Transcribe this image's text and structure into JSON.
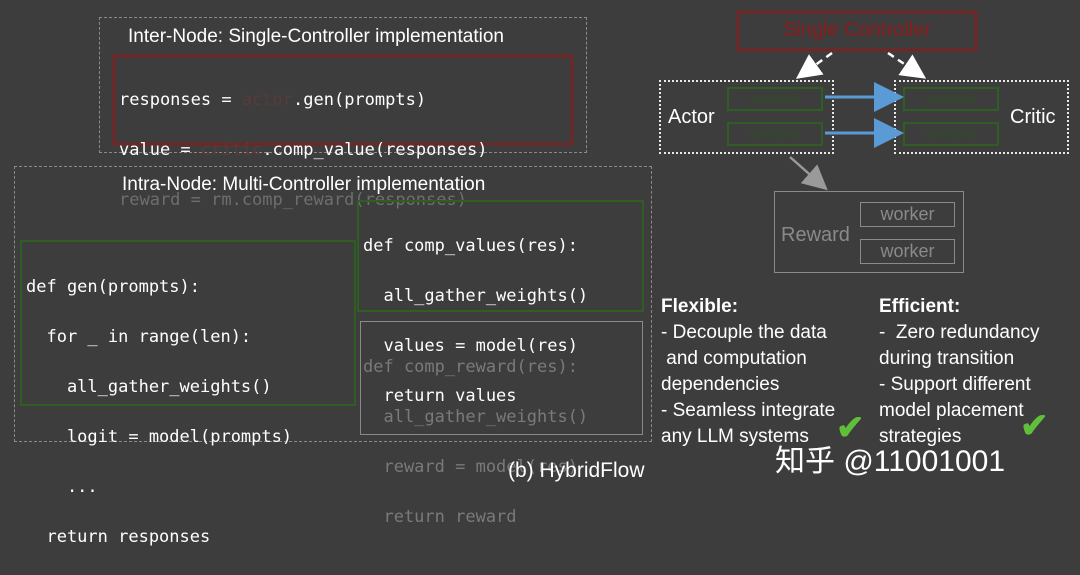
{
  "inter_node": {
    "title": "Inter-Node: Single-Controller implementation",
    "line1_a": "responses = ",
    "line1_hidden": "actor",
    "line1_b": ".gen(prompts)",
    "line2_a": "value = ",
    "line2_hidden": "critic",
    "line2_b": ".comp_value(responses)",
    "line3": "reward = rm.comp_reward(responses)"
  },
  "intra_node": {
    "title": "Intra-Node: Multi-Controller implementation",
    "gen_code": [
      "def gen(prompts):",
      "  for _ in range(len):",
      "    all_gather_weights()",
      "    logit = model(prompts)",
      "    ...",
      "  return responses"
    ],
    "values_code": [
      "def comp_values(res):",
      "  all_gather_weights()",
      "  values = model(res)",
      "  return values"
    ],
    "reward_code": [
      "def comp_reward(res):",
      "  all_gather_weights()",
      "  reward = model(res)",
      "  return reward"
    ]
  },
  "diagram": {
    "controller": "Single Controller",
    "actor": "Actor",
    "critic": "Critic",
    "reward": "Reward",
    "worker": "worker",
    "colors": {
      "controller": "#8b1a1a",
      "worker": "#2f5e22",
      "arrow": "#5b9bd5"
    }
  },
  "flexible": {
    "heading": "Flexible:",
    "lines": [
      "- Decouple the data",
      " and computation",
      "dependencies",
      "- Seamless integrate",
      "any LLM systems"
    ]
  },
  "efficient": {
    "heading": "Efficient:",
    "lines": [
      "-  Zero redundancy",
      "during transition",
      "- Support different",
      "model placement",
      "strategies"
    ]
  },
  "caption": "(b) HybridFlow",
  "watermark": "知乎 @11001001"
}
